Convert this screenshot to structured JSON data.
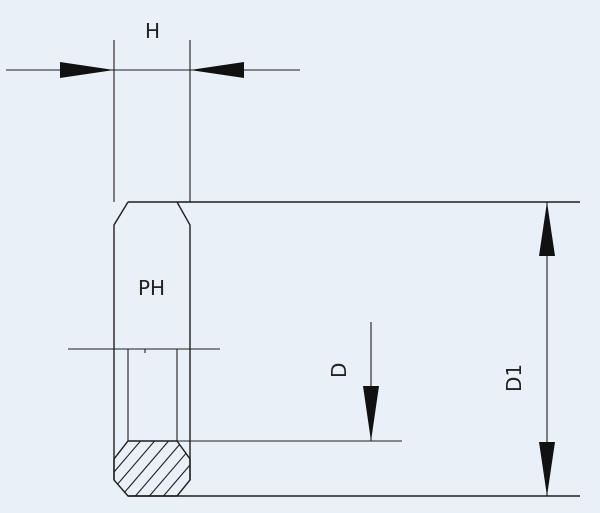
{
  "labels": {
    "width": "H",
    "profile": "PH",
    "inner_diameter": "D",
    "outer_diameter": "D1"
  },
  "colors": {
    "background": "#eaf0f8",
    "line": "#1e1e1e"
  }
}
